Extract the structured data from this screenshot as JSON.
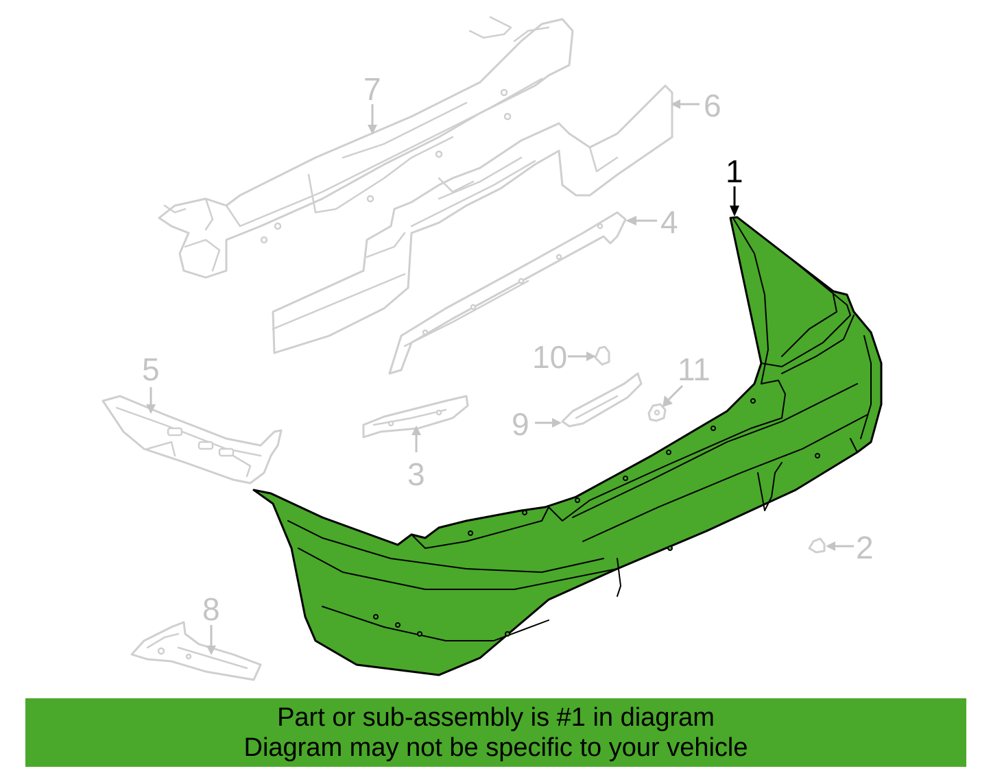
{
  "diagram": {
    "callouts": {
      "c1": "1",
      "c2": "2",
      "c3": "3",
      "c4": "4",
      "c5": "5",
      "c6": "6",
      "c7": "7",
      "c8": "8",
      "c9": "9",
      "c10": "10",
      "c11": "11"
    },
    "highlighted_part": "1"
  },
  "banner": {
    "line1": "Part or sub-assembly is #1 in diagram",
    "line2": "Diagram may not be specific to your vehicle"
  },
  "colors": {
    "highlight": "#4aa82a",
    "ghost_parts": "#cfcfcf",
    "outline_active": "#000000"
  }
}
